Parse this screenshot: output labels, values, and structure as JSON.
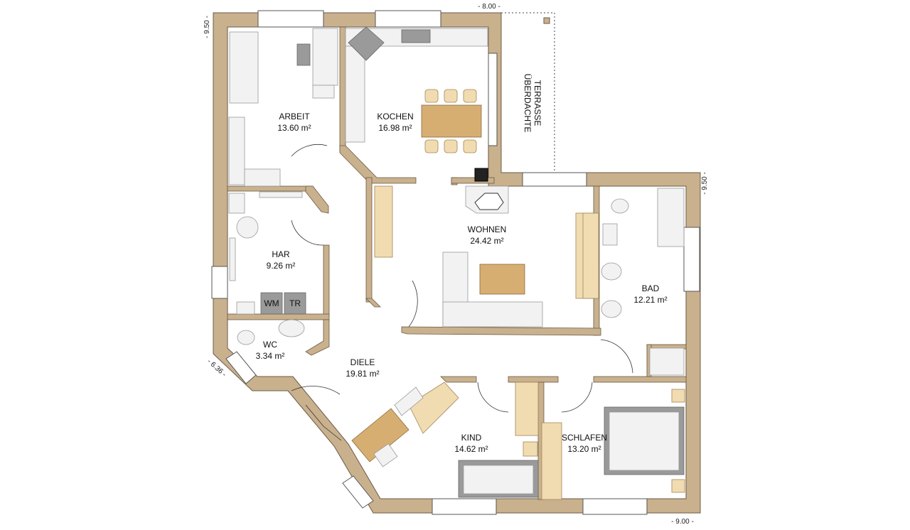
{
  "rooms": {
    "arbeit": {
      "name": "ARBEIT",
      "area": "13.60 m²"
    },
    "kochen": {
      "name": "KOCHEN",
      "area": "16.98 m²"
    },
    "wohnen": {
      "name": "WOHNEN",
      "area": "24.42 m²"
    },
    "har": {
      "name": "HAR",
      "area": "9.26 m²"
    },
    "bad": {
      "name": "BAD",
      "area": "12.21 m²"
    },
    "wc": {
      "name": "WC",
      "area": "3.34 m²"
    },
    "diele": {
      "name": "DIELE",
      "area": "19.81 m²"
    },
    "kind": {
      "name": "KIND",
      "area": "14.62 m²"
    },
    "schlafen": {
      "name": "SCHLAFEN",
      "area": "13.20 m²"
    },
    "terrasse": {
      "line1": "ÜBERDACHTE",
      "line2": "TERRASSE"
    }
  },
  "appliances": {
    "washer": "WM",
    "dryer": "TR"
  },
  "dimensions": {
    "top": "- 8.00 -",
    "left": "- 9.50 -",
    "right": "- 9.50 -",
    "diagonal": "- 6.36 -",
    "bottom": "- 9.00 -"
  },
  "colors": {
    "wall": "#c9b18e",
    "wood": "#d7ae72"
  }
}
